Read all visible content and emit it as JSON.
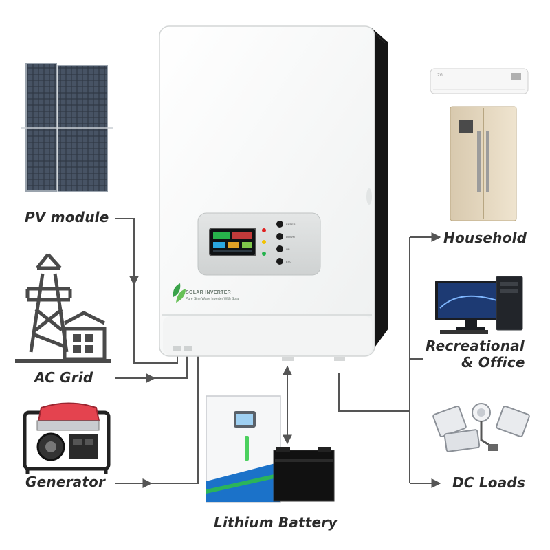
{
  "sources": {
    "pv": "PV module",
    "grid": "AC Grid",
    "generator": "Generator"
  },
  "storage": {
    "battery": "Lithium Battery"
  },
  "loads": {
    "household": "Household",
    "office_line1": "Recreational",
    "office_line2": "& Office",
    "dc": "DC Loads"
  },
  "inverter": {
    "brand": "SOLAR INVERTER",
    "tagline": "Pure Sine Wave Inverter With Solar",
    "buttons": [
      "ENTER",
      "DOWN",
      "UP",
      "ESC"
    ]
  },
  "appliance": {
    "ac_display": "26"
  },
  "colors": {
    "label": "#2b2b2b",
    "line": "#555555",
    "leaf": "#3aa34a",
    "inverter_side": "#151515",
    "led_red": "#e02020",
    "led_yellow": "#f2c200",
    "led_green": "#22b24c"
  },
  "icons": {
    "pv": "solar-panel-icon",
    "grid": "transmission-tower-icon",
    "generator": "generator-icon",
    "battery": "battery-icon",
    "household": "fridge-ac-icon",
    "office": "computer-icon",
    "dc": "floodlight-icon"
  }
}
